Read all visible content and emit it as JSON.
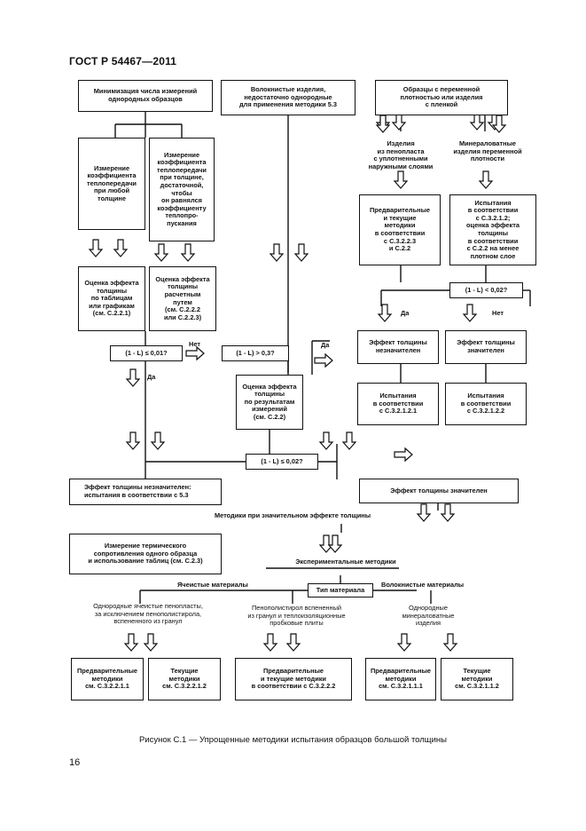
{
  "header": "ГОСТ Р 54467—2011",
  "page_number": "16",
  "caption": "Рисунок С.1 — Упрощенные методики испытания образцов большой толщины",
  "boxes": {
    "minimize": "Минимизация числа измерений\nоднородных образцов",
    "fibrous_insufficient": "Волокнистые изделия,\nнедостаточно однородные\nдля применения методики 5.3",
    "variable_density": "Образцы с переменной\nплотностью или изделия\nс пленкой",
    "measure_any": "Измерение\nкоэффициента\nтеплопередачи\nпри любой\nтолщине",
    "measure_sufficient": "Измерение\nкоэффициента\nтеплопередачи\nпри толщине,\nдостаточной,\nчтобы\nон равнялся\nкоэффициенту\nтеплопро-\nпускания",
    "preliminary_current_foam": "Предварительные\nи текущие\nметодики\nв соответствии\nс С.3.2.2.3\nи С.2.2",
    "tests_variable": "Испытания\nв соответствии\nс С.3.2.1.2;\nоценка эффекта\nтолщины\nв соответствии\nс С.2.2 на менее\nплотном слое",
    "assess_tables": "Оценка эффекта\nтолщины\nпо таблицам\nили графикам\n(см. С.2.2.1)",
    "assess_calc": "Оценка эффекта\nтолщины\nрасчетным\nпутем\n(см. С.2.2.2\nили С.2.2.3)",
    "cond_027_right": "(1 - L) < 0,02?",
    "effect_insig_right": "Эффект толщины\nнезначителен",
    "effect_sig_right": "Эффект толщины\nзначителен",
    "cond_001": "(1 - L) ≤ 0,01?",
    "cond_03": "(1 - L) > 0,3?",
    "assess_results": "Оценка эффекта\nтолщины\nпо результатам\nизмерений\n(см. С.2.2)",
    "tests_c32121": "Испытания\nв соответствии\nс С.3.2.1.2.1",
    "tests_c32122": "Испытания\nв соответствии\nс С.3.2.1.2.2",
    "cond_002": "(1 - L) ≤ 0,02?",
    "effect_insig_main": "Эффект толщины незначителен:\nиспытания в соответствии с 5.3",
    "effect_sig_main": "Эффект толщины значителен",
    "measure_thermal": "Измерение термического\nсопротивления одного образца\nи использование таблиц (см. С.2.3)",
    "material_type": "Тип материала",
    "prelim_c32211": "Предварительные\nметодики\nсм. С.3.2.2.1.1",
    "current_c32212": "Текущие\nметодики\nсм. С.3.2.2.1.2",
    "prelim_current_c3222": "Предварительные\nи текущие методики\nв соответствии с С.3.2.2.2",
    "prelim_c32111": "Предварительные\nметодики\nсм. С.3.2.1.1.1",
    "current_c32112": "Текущие\nметодики\nсм. С.3.2.1.1.2"
  },
  "texts": {
    "foam_with_layers": "Изделия\nиз пенопласта\nс уплотненными\nнаружными слоями",
    "mineral_variable": "Минераловатные\nизделия переменной\nплотности",
    "methods_significant": "Методики при значительном эффекте толщины",
    "experimental_methods": "Экспериментальные методики",
    "cellular_materials": "Ячеистые материалы",
    "fibrous_materials": "Волокнистые материалы",
    "homogeneous_cellular": "Однородные ячеистые пенопласты,\nза исключением пенополистирола,\nвспененного из гранул",
    "eps_granules": "Пенополистирол вспененный\nиз гранул и теплоизоляционные\nпробковые плиты",
    "homogeneous_mineral": "Однородные\nминераловатные\nизделия"
  },
  "labels": {
    "yes": "Да",
    "no": "Нет"
  }
}
